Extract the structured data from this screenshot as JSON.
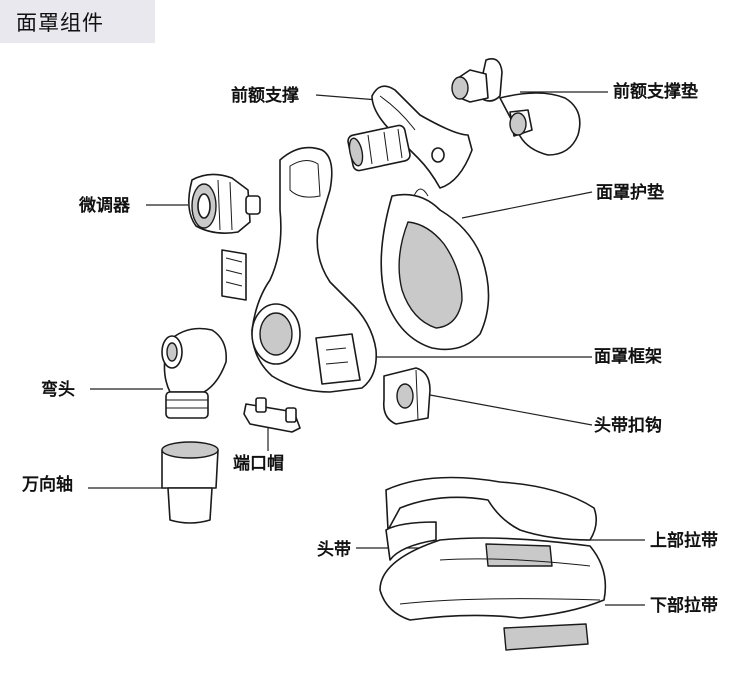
{
  "title": "面罩组件",
  "labels": {
    "forehead_support": "前额支撑",
    "forehead_pad": "前额支撑垫",
    "micro_adjuster": "微调器",
    "mask_cushion": "面罩护垫",
    "mask_frame": "面罩框架",
    "elbow": "弯头",
    "headgear_clip": "头带扣钩",
    "port_cap": "端口帽",
    "swivel": "万向轴",
    "headgear": "头带",
    "upper_strap": "上部拉带",
    "lower_strap": "下部拉带"
  }
}
